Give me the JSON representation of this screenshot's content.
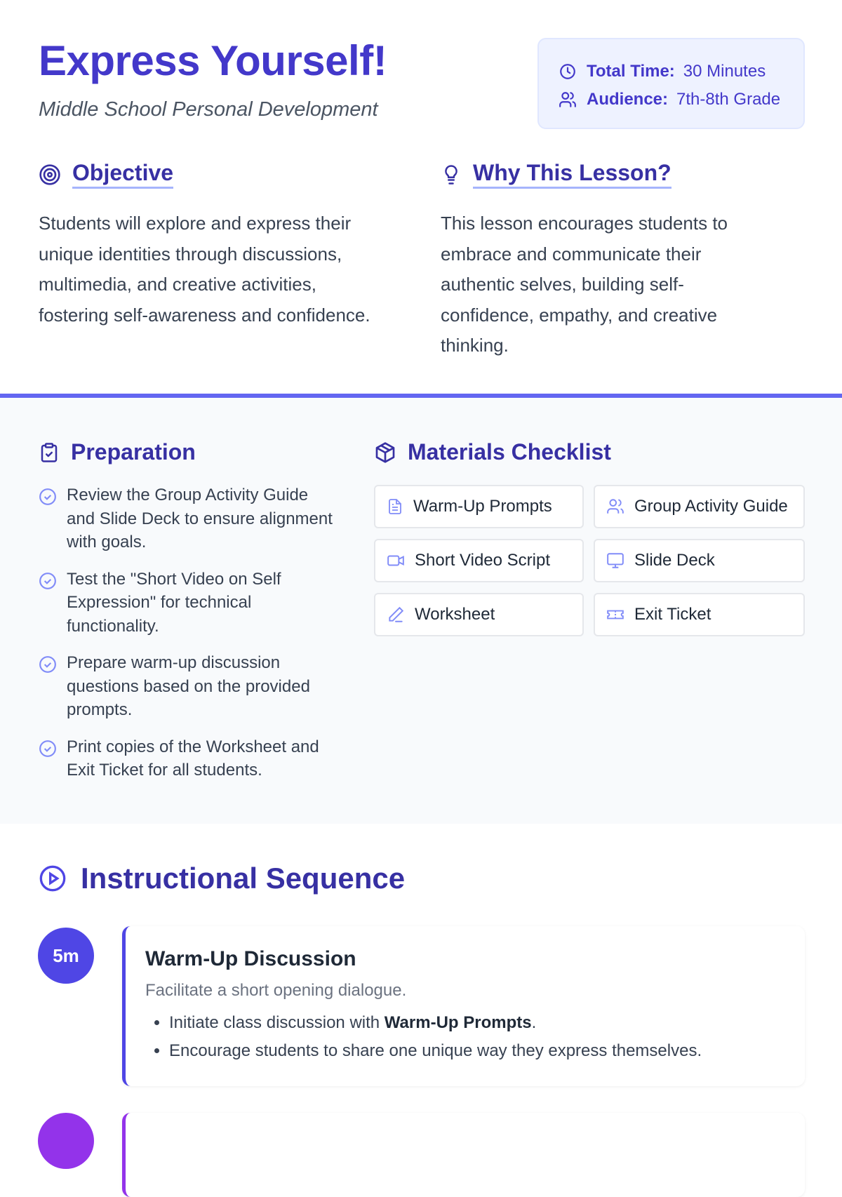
{
  "header": {
    "title": "Express Yourself!",
    "subtitle": "Middle School Personal Development"
  },
  "info": {
    "time_label": "Total Time:",
    "time_value": "30 Minutes",
    "audience_label": "Audience:",
    "audience_value": "7th-8th Grade"
  },
  "objective": {
    "heading": "Objective",
    "text": "Students will explore and express their unique identities through discussions, multimedia, and creative activities, fostering self-awareness and confidence."
  },
  "why": {
    "heading": "Why This Lesson?",
    "text": "This lesson encourages students to embrace and communicate their authentic selves, building self-confidence, empathy, and creative thinking."
  },
  "preparation": {
    "heading": "Preparation",
    "items": [
      "Review the Group Activity Guide and Slide Deck to ensure alignment with goals.",
      "Test the \"Short Video on Self Expression\" for technical functionality.",
      "Prepare warm-up discussion questions based on the provided prompts.",
      "Print copies of the Worksheet and Exit Ticket for all students."
    ]
  },
  "materials": {
    "heading": "Materials Checklist",
    "items": [
      {
        "label": "Warm-Up Prompts",
        "icon": "document-icon"
      },
      {
        "label": "Group Activity Guide",
        "icon": "users-icon"
      },
      {
        "label": "Short Video Script",
        "icon": "video-icon"
      },
      {
        "label": "Slide Deck",
        "icon": "monitor-icon"
      },
      {
        "label": "Worksheet",
        "icon": "pencil-icon"
      },
      {
        "label": "Exit Ticket",
        "icon": "ticket-icon"
      }
    ]
  },
  "sequence": {
    "heading": "Instructional Sequence",
    "steps": [
      {
        "duration": "5m",
        "title": "Warm-Up Discussion",
        "description": "Facilitate a short opening dialogue.",
        "bullet1_pre": "Initiate class discussion with ",
        "bullet1_bold": "Warm-Up Prompts",
        "bullet1_post": ".",
        "bullet2": "Encourage students to share one unique way they express themselves.",
        "color": "#4f46e5"
      },
      {
        "color": "#9333ea"
      }
    ]
  },
  "colors": {
    "accent": "#4338ca",
    "divider": "#6366f1",
    "icon": "#818cf8"
  }
}
